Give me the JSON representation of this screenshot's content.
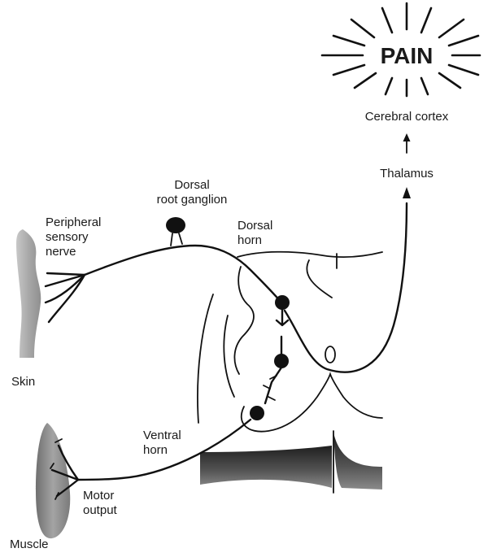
{
  "labels": {
    "pain": "PAIN",
    "cerebral_cortex": "Cerebral cortex",
    "thalamus": "Thalamus",
    "dorsal_root_ganglion_1": "Dorsal",
    "dorsal_root_ganglion_2": "root ganglion",
    "peripheral_nerve_1": "Peripheral",
    "peripheral_nerve_2": "sensory",
    "peripheral_nerve_3": "nerve",
    "dorsal_horn_1": "Dorsal",
    "dorsal_horn_2": "horn",
    "skin": "Skin",
    "ventral_horn_1": "Ventral",
    "ventral_horn_2": "horn",
    "motor_output_1": "Motor",
    "motor_output_2": "output",
    "muscle": "Muscle"
  },
  "colors": {
    "ink": "#111111",
    "skin_gray": "#9a9a9a",
    "muscle_gray": "#808080",
    "band_dark": "#3a3a3a"
  }
}
